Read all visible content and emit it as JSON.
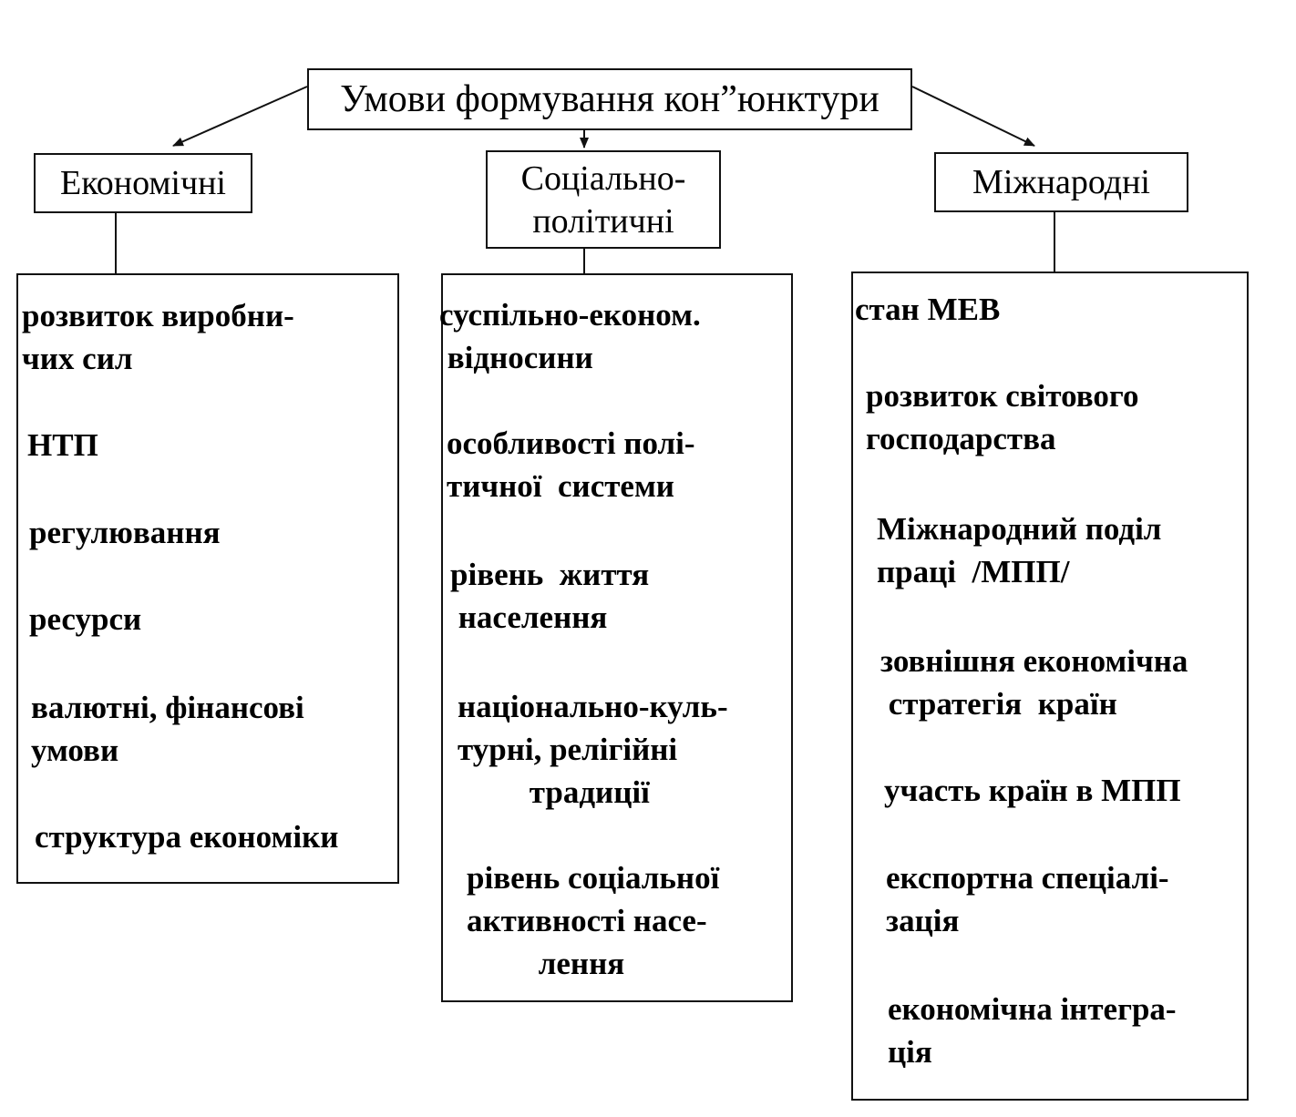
{
  "title": "Умови формування кон”юнктури",
  "categories": {
    "economic": {
      "label": "Економічні",
      "items": [
        "розвиток виробни-\nчих сил",
        "НТП",
        "регулювання",
        "ресурси",
        "валютні, фінансові\nумови",
        "структура економіки"
      ]
    },
    "social_political": {
      "label": "Соціально-\nполітичні",
      "items": [
        "суспільно-економ.\n відносини",
        "особливості полі-\nтичної  системи",
        "рівень  життя\n населення",
        "національно-куль-\nтурні, релігійні\n         традиції",
        "рівень соціальної\nактивності насе-\n         лення"
      ]
    },
    "international": {
      "label": "Міжнародні",
      "items": [
        "стан МЕВ",
        "розвиток світового\nгосподарства",
        "Міжнародний поділ\nпраці  /МПП/",
        "зовнішня економічна\n стратегія  країн",
        "участь країн в МПП",
        "експортна спеціалі-\nзація",
        "економічна інтегра-\nція"
      ]
    }
  }
}
